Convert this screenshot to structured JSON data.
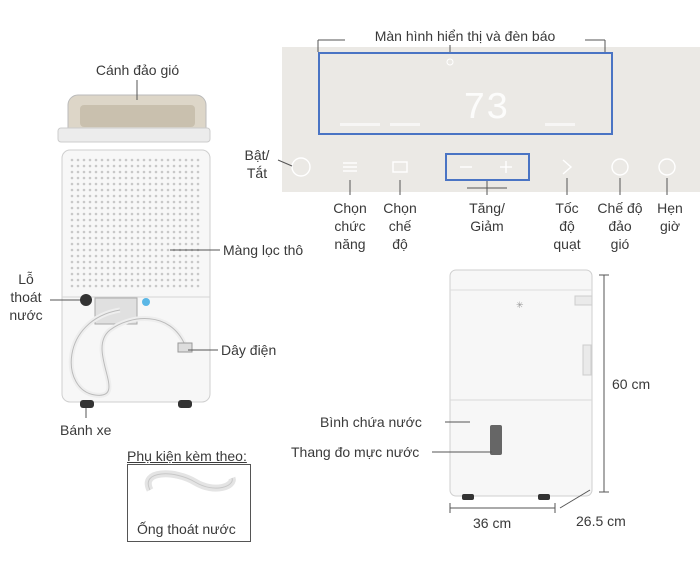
{
  "labels": {
    "canh_dao_gio": "Cánh đảo gió",
    "man_hinh": "Màn hình hiển thị và đèn báo",
    "bat_tat": [
      "Bật/",
      "Tắt"
    ],
    "chon_chuc_nang": [
      "Chọn",
      "chức",
      "năng"
    ],
    "chon_che_do": [
      "Chọn",
      "chế",
      "độ"
    ],
    "tang_giam": [
      "Tăng/",
      "Giảm"
    ],
    "toc_do_quat": [
      "Tốc",
      "độ",
      "quạt"
    ],
    "che_do_dao_gio": [
      "Chế độ",
      "đảo",
      "gió"
    ],
    "hen_gio": [
      "Hẹn",
      "giờ"
    ],
    "mang_loc_tho": "Màng lọc thô",
    "lo_thoat_nuoc": [
      "Lỗ",
      "thoát",
      "nước"
    ],
    "day_dien": "Dây điện",
    "banh_xe": "Bánh xe",
    "binh_chua_nuoc": "Bình chứa nước",
    "thang_do_muc_nuoc": "Thang đo mực nước",
    "phu_kien": "Phụ kiện kèm theo:",
    "ong_thoat_nuoc": "Ống thoát nước",
    "height": "60 cm",
    "width": "36 cm",
    "depth": "26.5 cm"
  },
  "display": {
    "digits": "73"
  },
  "colors": {
    "accent": "#4a74c4",
    "panel": "#ebe9e5",
    "body": "#f7f7f7"
  }
}
